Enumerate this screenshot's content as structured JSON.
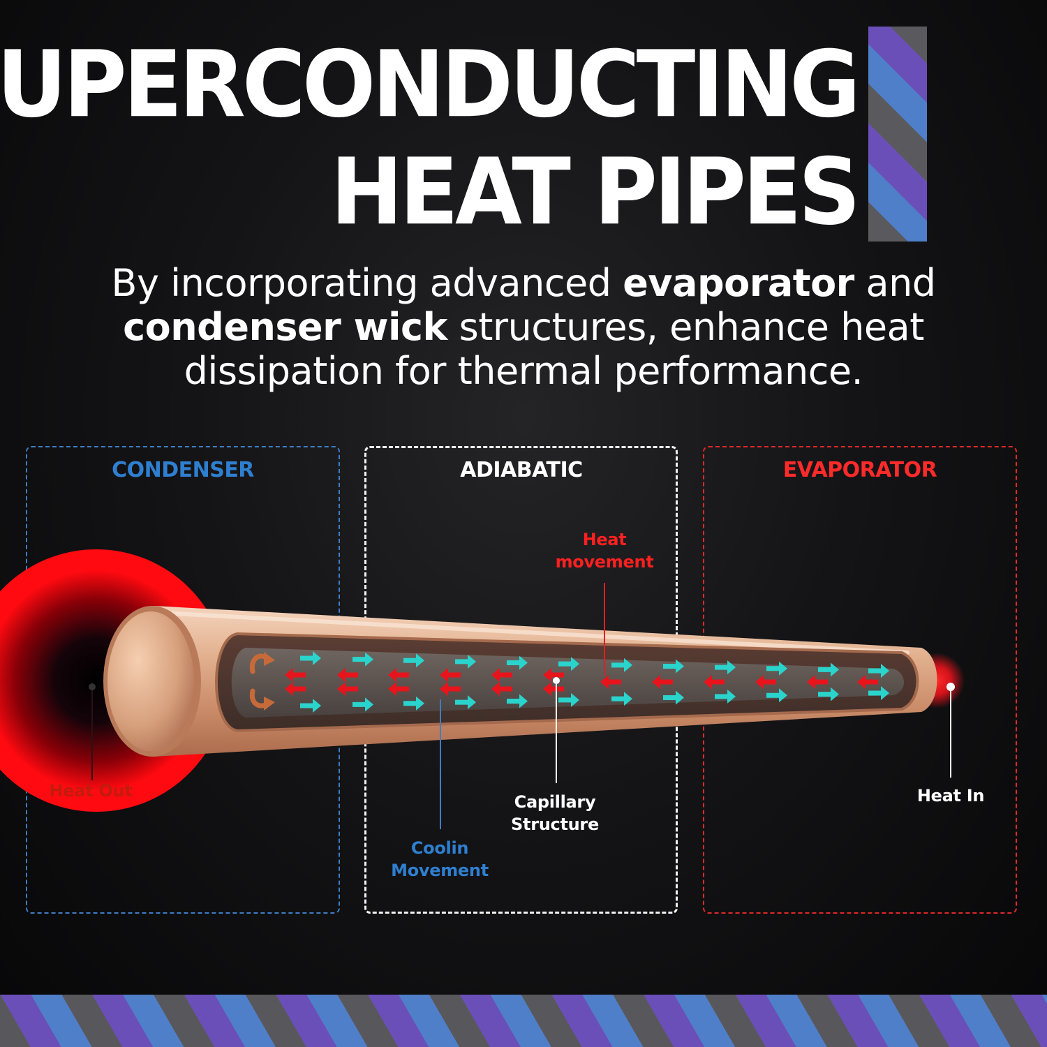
{
  "header": {
    "title_line1": "SUPERCONDUCTING",
    "title_line2": "HEAT PIPES"
  },
  "subtitle": {
    "part1": "By incorporating advanced ",
    "bold1": "evaporator",
    "part2": " and ",
    "bold2": "condenser wick",
    "part3": " structures, enhance heat dissipation for thermal performance."
  },
  "zones": {
    "condenser": "CONDENSER",
    "adiabatic": "ADIABATIC",
    "evaporator": "EVAPORATOR"
  },
  "labels": {
    "heat_out": "Heat Out",
    "heat_movement": "Heat\nmovement",
    "capillary_structure": "Capillary\nStructure",
    "coolin_movement": "Coolin\nMovement",
    "heat_in": "Heat In"
  },
  "colors": {
    "condenser": "#2f7fd0",
    "adiabatic": "#ffffff",
    "evaporator": "#ff2a2a",
    "pipe_copper": "#d9a888",
    "wick": "#4a3a34",
    "vapor_arrow": "#e8141c",
    "liquid_arrow": "#2ad4cc",
    "stripe_gray": "#58585c",
    "stripe_blue": "#4f7fc8",
    "stripe_purple": "#6b4fb8"
  }
}
